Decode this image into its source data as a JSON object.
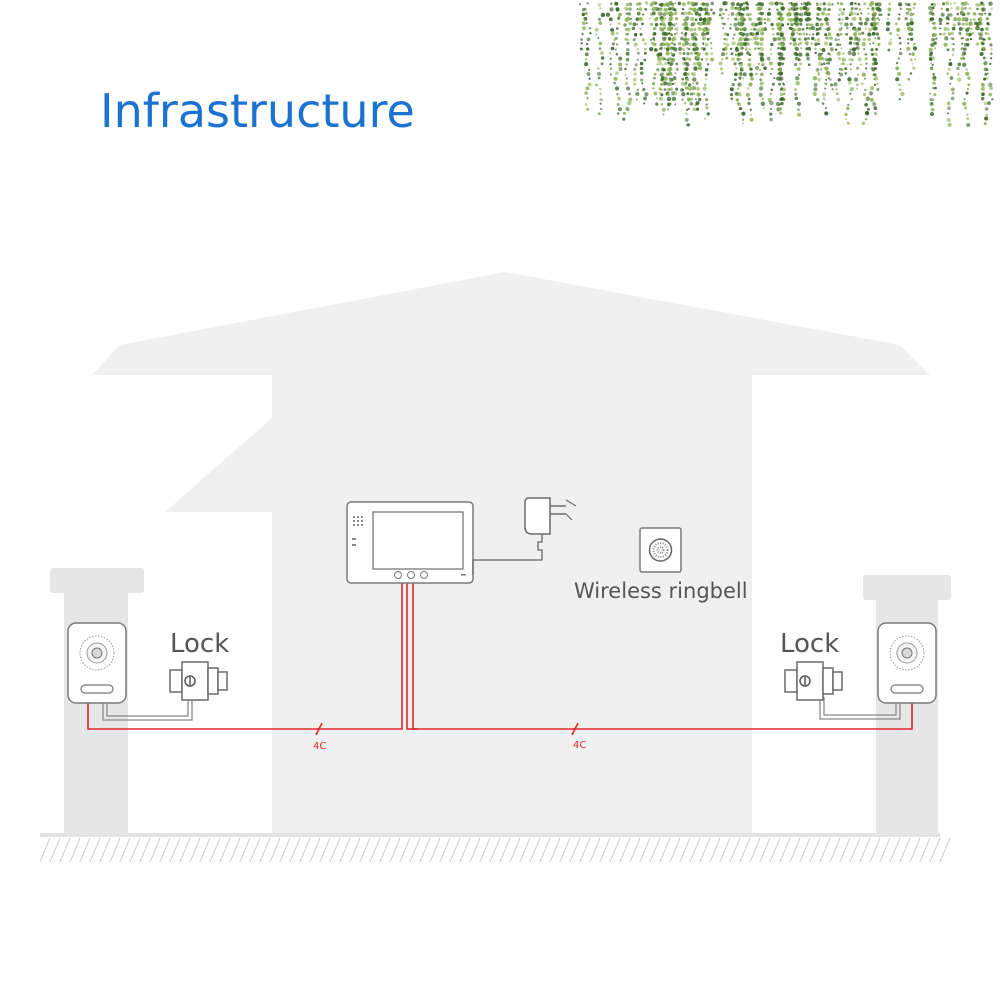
{
  "title": "Infrastructure",
  "labels": {
    "lock_left": "Lock",
    "lock_right": "Lock",
    "ringbell": "Wireless ringbell",
    "wire_left": "4C",
    "wire_right": "4C"
  },
  "colors": {
    "title": "#1a73d1",
    "wire": "#e0282c",
    "house": "#f0f0f0",
    "pillar": "#e6e6e6",
    "outline": "#8a8a8a",
    "vine_light": "#8fb55a",
    "vine_dark": "#3f6b2e"
  },
  "icons": [
    "vine-decoration",
    "door-camera-icon",
    "lock-icon",
    "indoor-monitor-icon",
    "power-adapter-icon",
    "wireless-ringbell-icon"
  ]
}
